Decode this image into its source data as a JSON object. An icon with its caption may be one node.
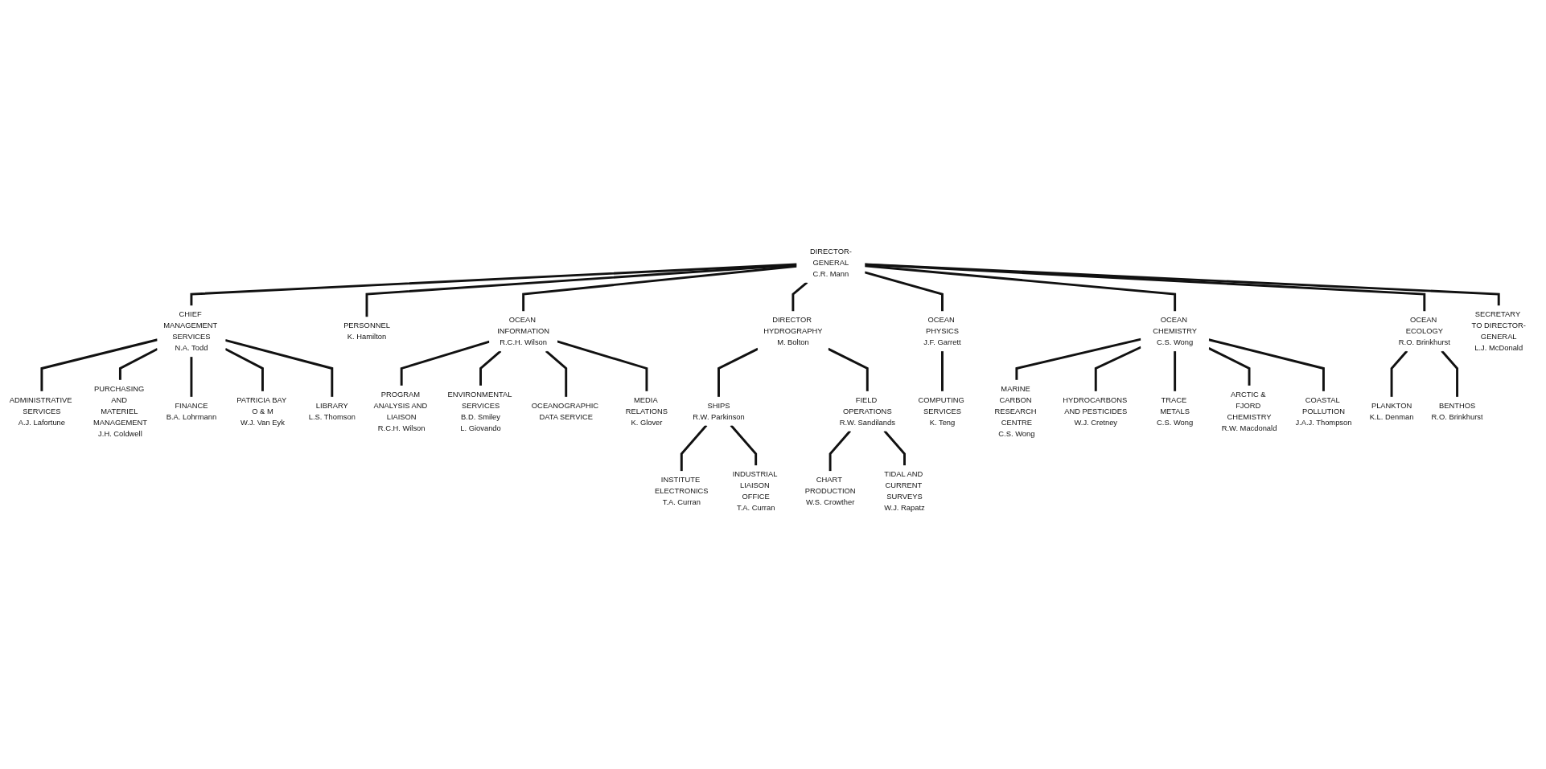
{
  "diagram": {
    "nodes": [
      {
        "text": [
          "DIRECTOR-GENERAL",
          "C.R. Mann"
        ]
      },
      {
        "text": [
          "SECRETARY TO DIRECTOR-GENERAL",
          "L.J. McDonald"
        ]
      },
      {
        "text": [
          "CHIEF MANAGEMENT SERVICES",
          "N.A. Todd"
        ]
      },
      {
        "text": [
          "ADMINISTRATIVE SERVICES",
          "A.J. Lafortune"
        ]
      },
      {
        "text": [
          "PURCHASING AND MATERIEL MANAGEMENT",
          "J.H. Coldwell"
        ]
      },
      {
        "text": [
          "FINANCE",
          "B.A. Lohrmann"
        ]
      },
      {
        "text": [
          "PATRICIA BAY O & M",
          "W.J. Van Eyk"
        ]
      },
      {
        "text": [
          "LIBRARY",
          "L.S. Thomson"
        ]
      },
      {
        "text": [
          "PERSONNEL",
          "K. Hamilton"
        ]
      },
      {
        "text": [
          "OCEAN INFORMATION",
          "R.C.H. Wilson"
        ]
      },
      {
        "text": [
          "PROGRAM ANALYSIS AND LIAISON",
          "R.C.H. Wilson"
        ]
      },
      {
        "text": [
          "ENVIRONMENTAL SERVICES",
          "B.D. Smiley",
          "L. Giovando"
        ]
      },
      {
        "text": [
          "OCEANOGRAPHIC DATA SERVICE"
        ]
      },
      {
        "text": [
          "MEDIA RELATIONS",
          "K. Glover"
        ]
      },
      {
        "text": [
          "DIRECTOR HYDROGRAPHY",
          "M. Bolton"
        ]
      },
      {
        "text": [
          "SHIPS",
          "R.W. Parkinson"
        ]
      },
      {
        "text": [
          "INSTITUTE ELECTRONICS",
          "T.A. Curran"
        ]
      },
      {
        "text": [
          "INDUSTRIAL LIAISON OFFICE",
          "T.A. Curran"
        ]
      },
      {
        "text": [
          "FIELD OPERATIONS",
          "R.W. Sandilands"
        ]
      },
      {
        "text": [
          "CHART PRODUCTION",
          "W.S. Crowther"
        ]
      },
      {
        "text": [
          "TIDAL AND CURRENT SURVEYS",
          "W.J. Rapatz"
        ]
      },
      {
        "text": [
          "OCEAN PHYSICS",
          "J.F. Garrett"
        ]
      },
      {
        "text": [
          "COMPUTING SERVICES",
          "K. Teng"
        ]
      },
      {
        "text": [
          "OCEAN CHEMISTRY",
          "C.S. Wong"
        ]
      },
      {
        "text": [
          "MARINE CARBON RESEARCH CENTRE",
          "C.S. Wong"
        ]
      },
      {
        "text": [
          "HYDROCARBONS AND PESTICIDES",
          "W.J. Cretney"
        ]
      },
      {
        "text": [
          "TRACE METALS",
          "C.S. Wong"
        ]
      },
      {
        "text": [
          "ARCTIC & FJORD CHEMISTRY",
          "R.W. Macdonald"
        ]
      },
      {
        "text": [
          "COASTAL POLLUTION",
          "J.A.J. Thompson"
        ]
      },
      {
        "text": [
          "OCEAN ECOLOGY",
          "R.O. Brinkhurst"
        ]
      },
      {
        "text": [
          "PLANKTON",
          "K.L. Denman"
        ]
      },
      {
        "text": [
          "BENTHOS",
          "R.O. Brinkhurst"
        ]
      }
    ],
    "edges": [
      {
        "from": 0,
        "to": 1,
        "arrow": "none"
      },
      {
        "from": 0,
        "to": 2,
        "arrow": "none"
      },
      {
        "from": 0,
        "to": 8,
        "arrow": "none"
      },
      {
        "from": 0,
        "to": 9,
        "arrow": "none"
      },
      {
        "from": 0,
        "to": 14,
        "arrow": "none"
      },
      {
        "from": 0,
        "to": 21,
        "arrow": "none"
      },
      {
        "from": 0,
        "to": 23,
        "arrow": "none"
      },
      {
        "from": 0,
        "to": 29,
        "arrow": "none"
      },
      {
        "from": 2,
        "to": 3,
        "arrow": "none"
      },
      {
        "from": 2,
        "to": 4,
        "arrow": "none"
      },
      {
        "from": 2,
        "to": 5,
        "arrow": "none"
      },
      {
        "from": 2,
        "to": 6,
        "arrow": "none"
      },
      {
        "from": 2,
        "to": 7,
        "arrow": "none"
      },
      {
        "from": 9,
        "to": 10,
        "arrow": "none"
      },
      {
        "from": 9,
        "to": 11,
        "arrow": "none"
      },
      {
        "from": 9,
        "to": 12,
        "arrow": "none"
      },
      {
        "from": 9,
        "to": 13,
        "arrow": "none"
      },
      {
        "from": 14,
        "to": 15,
        "arrow": "none"
      },
      {
        "from": 14,
        "to": 18,
        "arrow": "none"
      },
      {
        "from": 15,
        "to": 16,
        "arrow": "none"
      },
      {
        "from": 15,
        "to": 17,
        "arrow": "none"
      },
      {
        "from": 18,
        "to": 19,
        "arrow": "none"
      },
      {
        "from": 18,
        "to": 20,
        "arrow": "none"
      },
      {
        "from": 21,
        "to": 22,
        "arrow": "none"
      },
      {
        "from": 23,
        "to": 24,
        "arrow": "none"
      },
      {
        "from": 23,
        "to": 25,
        "arrow": "none"
      },
      {
        "from": 23,
        "to": 26,
        "arrow": "none"
      },
      {
        "from": 23,
        "to": 27,
        "arrow": "none"
      },
      {
        "from": 23,
        "to": 28,
        "arrow": "none"
      },
      {
        "from": 29,
        "to": 30,
        "arrow": "none"
      },
      {
        "from": 29,
        "to": 31,
        "arrow": "none"
      }
    ]
  }
}
